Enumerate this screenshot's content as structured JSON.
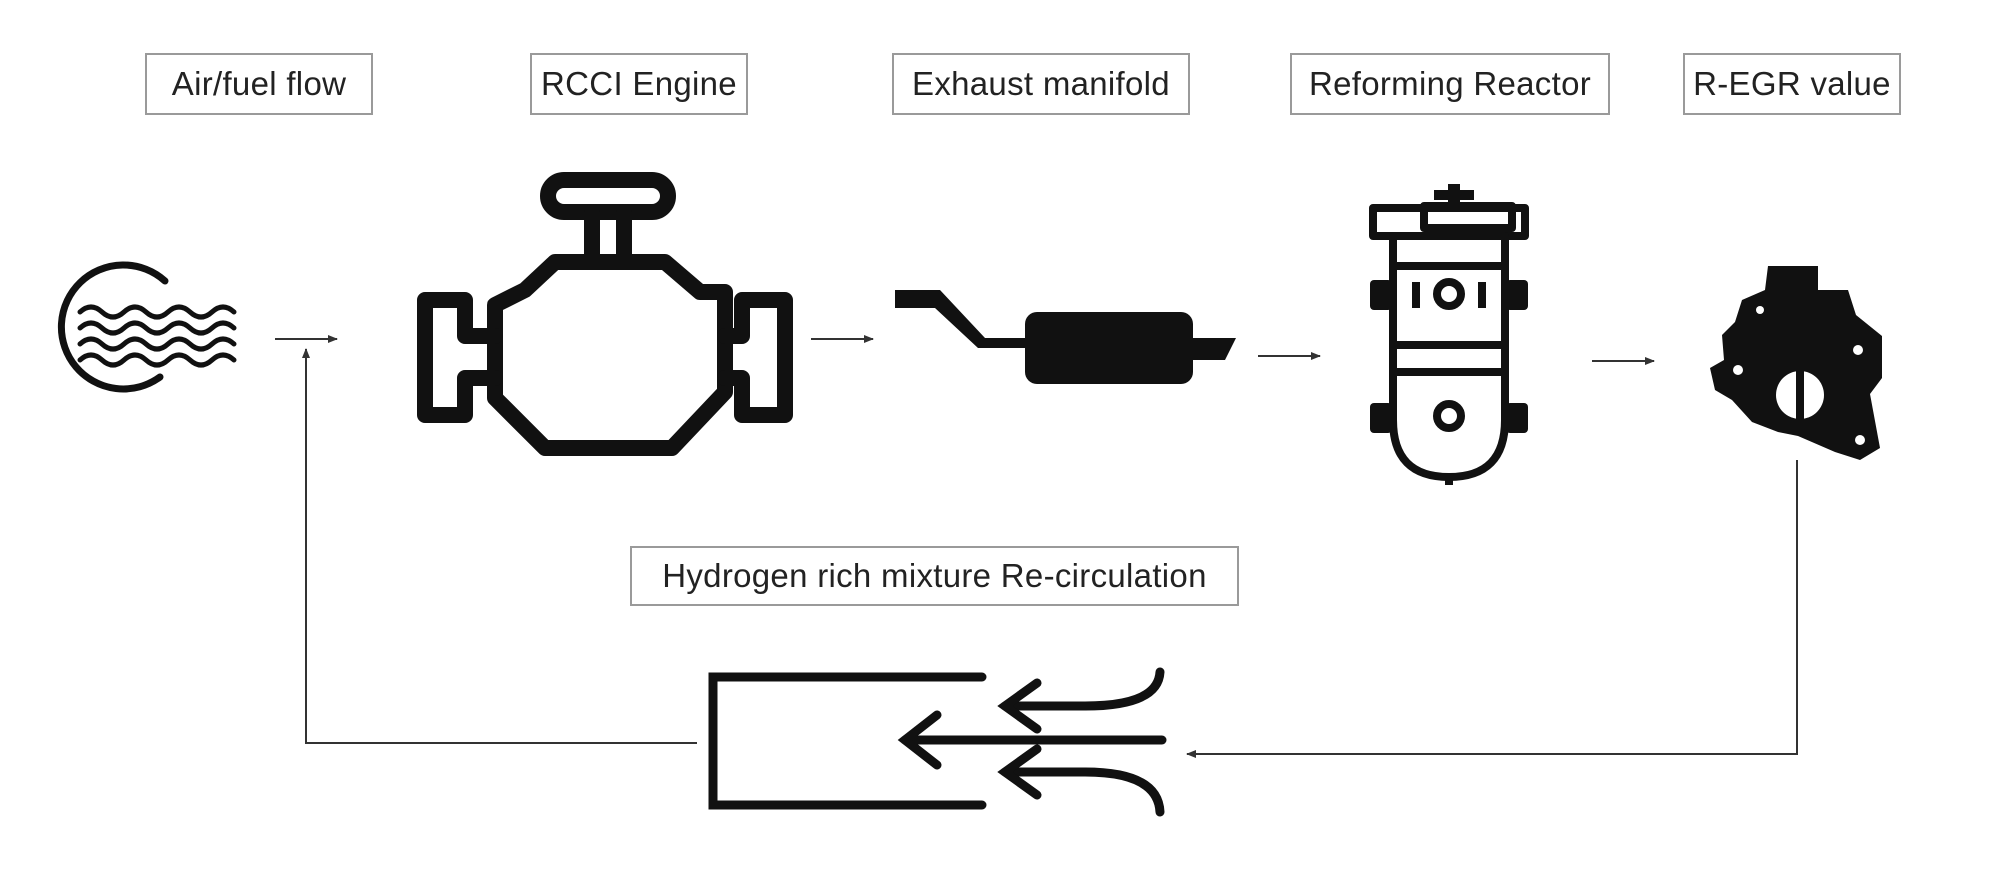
{
  "labels": {
    "air_fuel_flow": "Air/fuel flow",
    "rcci_engine": "RCCI Engine",
    "exhaust_manifold": "Exhaust manifold",
    "reforming_reactor": "Reforming Reactor",
    "regr_valve": "R-EGR value",
    "recirculation": "Hydrogen rich mixture Re-circulation"
  },
  "icons": {
    "air_fuel": "air-fuel-flow-icon",
    "engine": "engine-icon",
    "exhaust": "exhaust-pipe-icon",
    "reactor": "reforming-reactor-icon",
    "valve": "egr-valve-icon",
    "recirculation": "recirculation-icon"
  },
  "colors": {
    "icon": "#111111",
    "connector": "#555555",
    "box_border": "#9a9a9a"
  }
}
